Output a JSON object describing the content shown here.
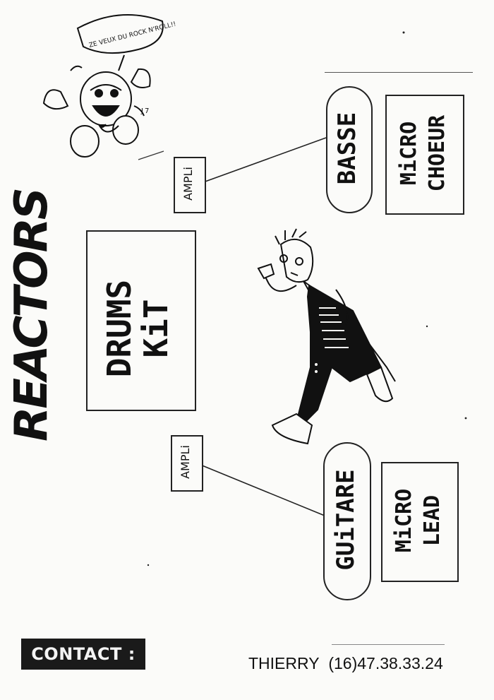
{
  "band": {
    "name": "REACTORS"
  },
  "cartoon": {
    "speech": "ZE VEUX DU ROCK N'ROLL!!"
  },
  "stage": {
    "drums": {
      "line1": "DRUMS",
      "line2": "KiT"
    },
    "bass": {
      "label": "BASSE",
      "mic_line1": "MiCRO",
      "mic_line2": "CHOEUR"
    },
    "guitar": {
      "label": "GUiTARE",
      "mic_line1": "MiCRO",
      "mic_line2": "LEAD"
    },
    "amp_top": "AMPLi",
    "amp_bottom": "AMPLi"
  },
  "contact": {
    "badge": "CONTACT :",
    "name": "THIERRY",
    "phone": "(16)47.38.33.24"
  }
}
